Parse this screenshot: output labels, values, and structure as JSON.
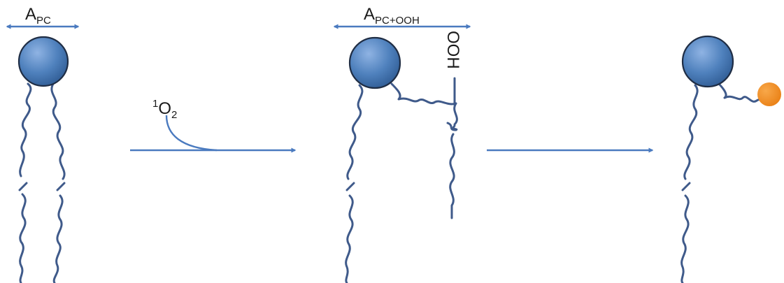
{
  "labels": {
    "a_pc": {
      "main": "A",
      "sub": "PC"
    },
    "singlet_oxygen": {
      "sup": "1",
      "main": "O",
      "sub": "2"
    },
    "a_pc_ooh": {
      "main": "A",
      "sub": "PC+OOH"
    },
    "ooh_group": "OOH"
  },
  "colors": {
    "headgroup_fill": "#4f81bd",
    "headgroup_stroke": "#1f2d44",
    "tail_stroke": "#3f5a8a",
    "arrow_stroke": "#4a7abf",
    "aldehyde_fill": "#f08a1c"
  }
}
